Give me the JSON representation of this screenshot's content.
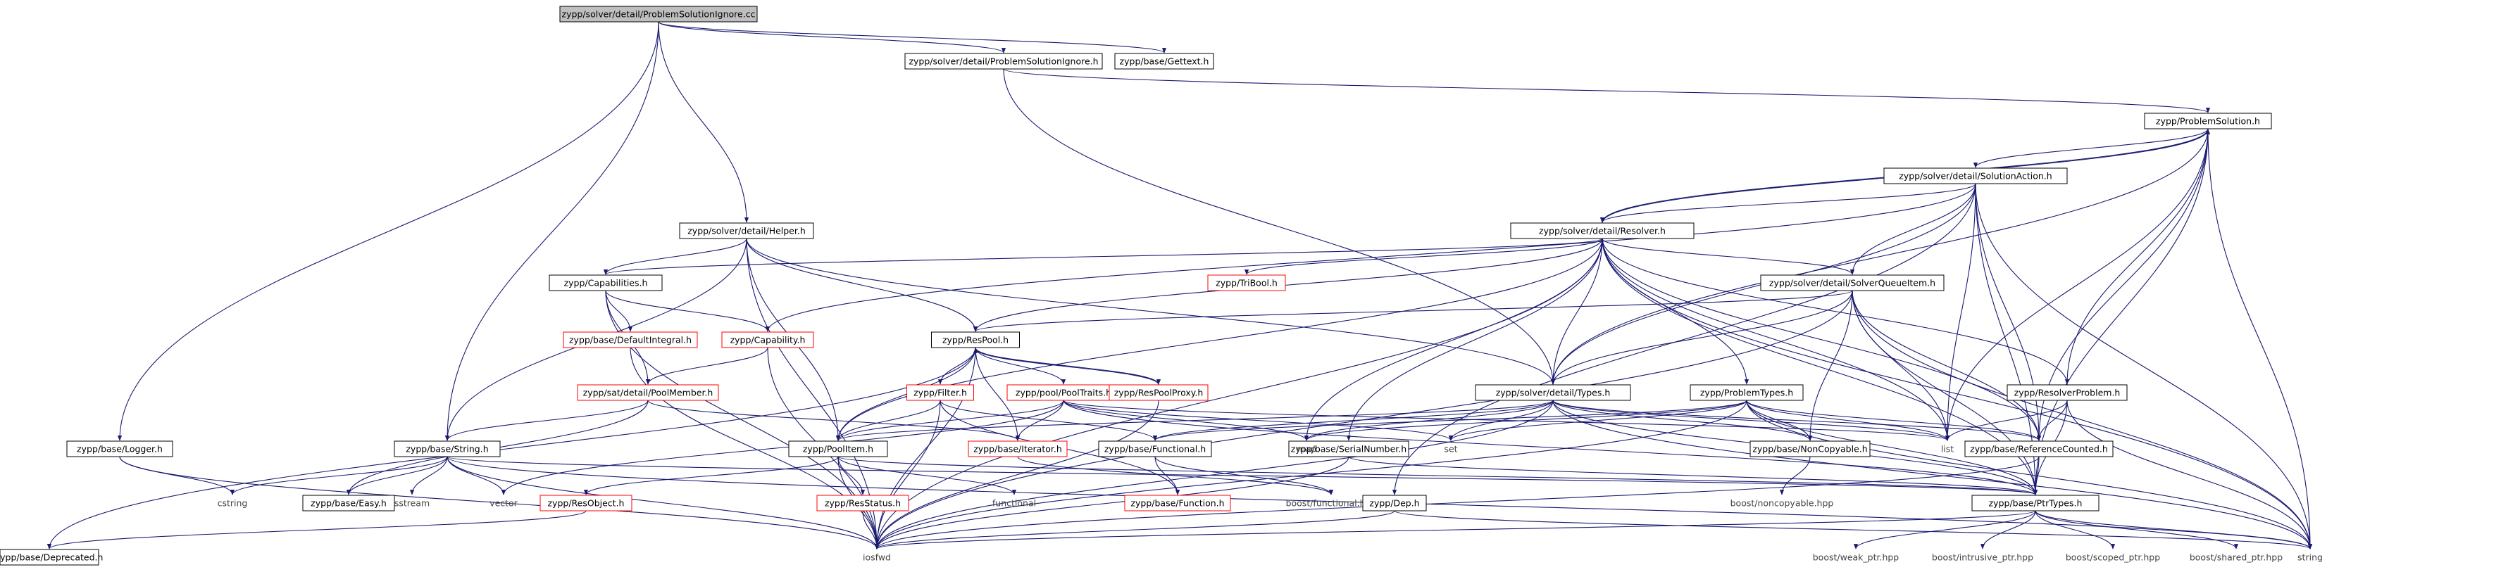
{
  "diagram": {
    "root_fill": "#bfbfbf",
    "edge_color": "#191970",
    "border_black": "#000000",
    "border_red": "#ff0000",
    "plain_text_color": "#444444",
    "nodes": [
      {
        "id": "root",
        "label": "zypp/solver/detail/ProblemSolutionIgnore.cc",
        "style": "root"
      },
      {
        "id": "psi_h",
        "label": "zypp/solver/detail/ProblemSolutionIgnore.h",
        "style": "box"
      },
      {
        "id": "gettext",
        "label": "zypp/base/Gettext.h",
        "style": "box"
      },
      {
        "id": "probsol",
        "label": "zypp/ProblemSolution.h",
        "style": "box"
      },
      {
        "id": "solact",
        "label": "zypp/solver/detail/SolutionAction.h",
        "style": "box"
      },
      {
        "id": "resolver",
        "label": "zypp/solver/detail/Resolver.h",
        "style": "box"
      },
      {
        "id": "helper",
        "label": "zypp/solver/detail/Helper.h",
        "style": "box"
      },
      {
        "id": "caps",
        "label": "zypp/Capabilities.h",
        "style": "box"
      },
      {
        "id": "tribool",
        "label": "zypp/TriBool.h",
        "style": "red"
      },
      {
        "id": "sqi",
        "label": "zypp/solver/detail/SolverQueueItem.h",
        "style": "box"
      },
      {
        "id": "defint",
        "label": "zypp/base/DefaultIntegral.h",
        "style": "red"
      },
      {
        "id": "capability",
        "label": "zypp/Capability.h",
        "style": "red"
      },
      {
        "id": "respool",
        "label": "zypp/ResPool.h",
        "style": "box"
      },
      {
        "id": "poolmember",
        "label": "zypp/sat/detail/PoolMember.h",
        "style": "red"
      },
      {
        "id": "filter",
        "label": "zypp/Filter.h",
        "style": "red"
      },
      {
        "id": "pooltraits",
        "label": "zypp/pool/PoolTraits.h",
        "style": "red"
      },
      {
        "id": "respoolproxy",
        "label": "zypp/ResPoolProxy.h",
        "style": "red"
      },
      {
        "id": "types",
        "label": "zypp/solver/detail/Types.h",
        "style": "box"
      },
      {
        "id": "probtypes",
        "label": "zypp/ProblemTypes.h",
        "style": "box"
      },
      {
        "id": "resproblem",
        "label": "zypp/ResolverProblem.h",
        "style": "box"
      },
      {
        "id": "logger",
        "label": "zypp/base/Logger.h",
        "style": "box"
      },
      {
        "id": "string",
        "label": "zypp/base/String.h",
        "style": "box"
      },
      {
        "id": "poolitem",
        "label": "zypp/PoolItem.h",
        "style": "box"
      },
      {
        "id": "iterator",
        "label": "zypp/base/Iterator.h",
        "style": "red"
      },
      {
        "id": "functional",
        "label": "zypp/base/Functional.h",
        "style": "box"
      },
      {
        "id": "serial",
        "label": "zypp/base/SerialNumber.h",
        "style": "box"
      },
      {
        "id": "noncopy",
        "label": "zypp/base/NonCopyable.h",
        "style": "box"
      },
      {
        "id": "refcount",
        "label": "zypp/base/ReferenceCounted.h",
        "style": "box"
      },
      {
        "id": "map",
        "label": "map",
        "style": "plain"
      },
      {
        "id": "set",
        "label": "set",
        "style": "plain"
      },
      {
        "id": "list",
        "label": "list",
        "style": "plain"
      },
      {
        "id": "cstring",
        "label": "cstring",
        "style": "plain"
      },
      {
        "id": "easy",
        "label": "zypp/base/Easy.h",
        "style": "box"
      },
      {
        "id": "sstream",
        "label": "sstream",
        "style": "plain"
      },
      {
        "id": "vector",
        "label": "vector",
        "style": "plain"
      },
      {
        "id": "resobject",
        "label": "zypp/ResObject.h",
        "style": "red"
      },
      {
        "id": "functionalstd",
        "label": "functional",
        "style": "plain"
      },
      {
        "id": "resstatus",
        "label": "zypp/ResStatus.h",
        "style": "red"
      },
      {
        "id": "function",
        "label": "zypp/base/Function.h",
        "style": "red"
      },
      {
        "id": "boostfunc",
        "label": "boost/functional.hpp",
        "style": "plain"
      },
      {
        "id": "boostnoncopy",
        "label": "boost/noncopyable.hpp",
        "style": "plain"
      },
      {
        "id": "dep",
        "label": "zypp/Dep.h",
        "style": "box"
      },
      {
        "id": "ptrtypes",
        "label": "zypp/base/PtrTypes.h",
        "style": "box"
      },
      {
        "id": "deprecated",
        "label": "zypp/base/Deprecated.h",
        "style": "box"
      },
      {
        "id": "iosfwd",
        "label": "iosfwd",
        "style": "plain"
      },
      {
        "id": "stdstring",
        "label": "string",
        "style": "plain"
      },
      {
        "id": "weakptr",
        "label": "boost/weak_ptr.hpp",
        "style": "plain"
      },
      {
        "id": "intrusiveptr",
        "label": "boost/intrusive_ptr.hpp",
        "style": "plain"
      },
      {
        "id": "scopedptr",
        "label": "boost/scoped_ptr.hpp",
        "style": "plain"
      },
      {
        "id": "sharedptr",
        "label": "boost/shared_ptr.hpp",
        "style": "plain"
      }
    ],
    "edges": [
      [
        "root",
        "psi_h"
      ],
      [
        "root",
        "gettext"
      ],
      [
        "root",
        "helper"
      ],
      [
        "root",
        "logger"
      ],
      [
        "root",
        "string"
      ],
      [
        "psi_h",
        "probsol"
      ],
      [
        "psi_h",
        "types"
      ],
      [
        "probsol",
        "solact"
      ],
      [
        "probsol",
        "resolver"
      ],
      [
        "probsol",
        "refcount"
      ],
      [
        "probsol",
        "ptrtypes"
      ],
      [
        "probsol",
        "list"
      ],
      [
        "probsol",
        "stdstring"
      ],
      [
        "probsol",
        "types"
      ],
      [
        "solact",
        "resolver"
      ],
      [
        "solact",
        "sqi"
      ],
      [
        "solact",
        "types"
      ],
      [
        "solact",
        "capability"
      ],
      [
        "solact",
        "dep"
      ],
      [
        "solact",
        "list"
      ],
      [
        "solact",
        "refcount"
      ],
      [
        "solact",
        "ptrtypes"
      ],
      [
        "solact",
        "stdstring"
      ],
      [
        "resolver",
        "caps"
      ],
      [
        "resolver",
        "tribool"
      ],
      [
        "resolver",
        "respool"
      ],
      [
        "resolver",
        "types"
      ],
      [
        "resolver",
        "probtypes"
      ],
      [
        "resolver",
        "resproblem"
      ],
      [
        "resolver",
        "serial"
      ],
      [
        "resolver",
        "sqi"
      ],
      [
        "resolver",
        "map"
      ],
      [
        "resolver",
        "list"
      ],
      [
        "resolver",
        "iosfwd"
      ],
      [
        "resolver",
        "refcount"
      ],
      [
        "resolver",
        "ptrtypes"
      ],
      [
        "resolver",
        "stdstring"
      ],
      [
        "resolver",
        "poolitem"
      ],
      [
        "resolver",
        "probsol"
      ],
      [
        "helper",
        "caps"
      ],
      [
        "helper",
        "respool"
      ],
      [
        "helper",
        "poolitem"
      ],
      [
        "helper",
        "types"
      ],
      [
        "helper",
        "string"
      ],
      [
        "helper",
        "iosfwd"
      ],
      [
        "caps",
        "capability"
      ],
      [
        "caps",
        "defint"
      ],
      [
        "caps",
        "poolmember"
      ],
      [
        "caps",
        "iosfwd"
      ],
      [
        "defint",
        "iosfwd"
      ],
      [
        "capability",
        "poolmember"
      ],
      [
        "capability",
        "iosfwd"
      ],
      [
        "sqi",
        "respool"
      ],
      [
        "sqi",
        "types"
      ],
      [
        "sqi",
        "list"
      ],
      [
        "sqi",
        "refcount"
      ],
      [
        "sqi",
        "ptrtypes"
      ],
      [
        "sqi",
        "iosfwd"
      ],
      [
        "sqi",
        "stdstring"
      ],
      [
        "sqi",
        "noncopy"
      ],
      [
        "respool",
        "filter"
      ],
      [
        "respool",
        "pooltraits"
      ],
      [
        "respool",
        "respoolproxy"
      ],
      [
        "respool",
        "iterator"
      ],
      [
        "respool",
        "poolitem"
      ],
      [
        "respool",
        "deprecated"
      ],
      [
        "respool",
        "iosfwd"
      ],
      [
        "poolmember",
        "string"
      ],
      [
        "poolmember",
        "easy"
      ],
      [
        "poolmember",
        "iterator"
      ],
      [
        "filter",
        "poolitem"
      ],
      [
        "filter",
        "functional"
      ],
      [
        "filter",
        "function"
      ],
      [
        "filter",
        "iosfwd"
      ],
      [
        "pooltraits",
        "poolitem"
      ],
      [
        "pooltraits",
        "iterator"
      ],
      [
        "pooltraits",
        "map"
      ],
      [
        "pooltraits",
        "set"
      ],
      [
        "pooltraits",
        "list"
      ],
      [
        "pooltraits",
        "vector"
      ],
      [
        "pooltraits",
        "ptrtypes"
      ],
      [
        "respoolproxy",
        "respool"
      ],
      [
        "respoolproxy",
        "iosfwd"
      ],
      [
        "types",
        "poolitem"
      ],
      [
        "types",
        "map"
      ],
      [
        "types",
        "set"
      ],
      [
        "types",
        "list"
      ],
      [
        "types",
        "functional"
      ],
      [
        "types",
        "iosfwd"
      ],
      [
        "types",
        "ptrtypes"
      ],
      [
        "types",
        "refcount"
      ],
      [
        "types",
        "noncopy"
      ],
      [
        "types",
        "stdstring"
      ],
      [
        "probtypes",
        "list"
      ],
      [
        "probtypes",
        "map"
      ],
      [
        "probtypes",
        "set"
      ],
      [
        "probtypes",
        "functional"
      ],
      [
        "probtypes",
        "noncopy"
      ],
      [
        "probtypes",
        "refcount"
      ],
      [
        "probtypes",
        "ptrtypes"
      ],
      [
        "probtypes",
        "iosfwd"
      ],
      [
        "probtypes",
        "stdstring"
      ],
      [
        "resproblem",
        "probsol"
      ],
      [
        "resproblem",
        "list"
      ],
      [
        "resproblem",
        "refcount"
      ],
      [
        "resproblem",
        "ptrtypes"
      ],
      [
        "resproblem",
        "stdstring"
      ],
      [
        "logger",
        "cstring"
      ],
      [
        "logger",
        "iosfwd"
      ],
      [
        "string",
        "cstring"
      ],
      [
        "string",
        "easy"
      ],
      [
        "string",
        "sstream"
      ],
      [
        "string",
        "vector"
      ],
      [
        "string",
        "ptrtypes"
      ],
      [
        "string",
        "iosfwd"
      ],
      [
        "string",
        "stdstring"
      ],
      [
        "poolitem",
        "resobject"
      ],
      [
        "poolitem",
        "resstatus"
      ],
      [
        "poolitem",
        "functionalstd"
      ],
      [
        "poolitem",
        "iosfwd"
      ],
      [
        "poolitem",
        "ptrtypes"
      ],
      [
        "iterator",
        "boostfunc"
      ],
      [
        "functional",
        "function"
      ],
      [
        "functional",
        "boostfunc"
      ],
      [
        "serial",
        "ptrtypes"
      ],
      [
        "serial",
        "iosfwd"
      ],
      [
        "noncopy",
        "boostnoncopy"
      ],
      [
        "refcount",
        "ptrtypes"
      ],
      [
        "refcount",
        "iosfwd"
      ],
      [
        "resobject",
        "deprecated"
      ],
      [
        "resstatus",
        "iosfwd"
      ],
      [
        "dep",
        "iosfwd"
      ],
      [
        "dep",
        "stdstring"
      ],
      [
        "ptrtypes",
        "iosfwd"
      ],
      [
        "ptrtypes",
        "stdstring"
      ],
      [
        "ptrtypes",
        "weakptr"
      ],
      [
        "ptrtypes",
        "intrusiveptr"
      ],
      [
        "ptrtypes",
        "scopedptr"
      ],
      [
        "ptrtypes",
        "sharedptr"
      ]
    ]
  }
}
